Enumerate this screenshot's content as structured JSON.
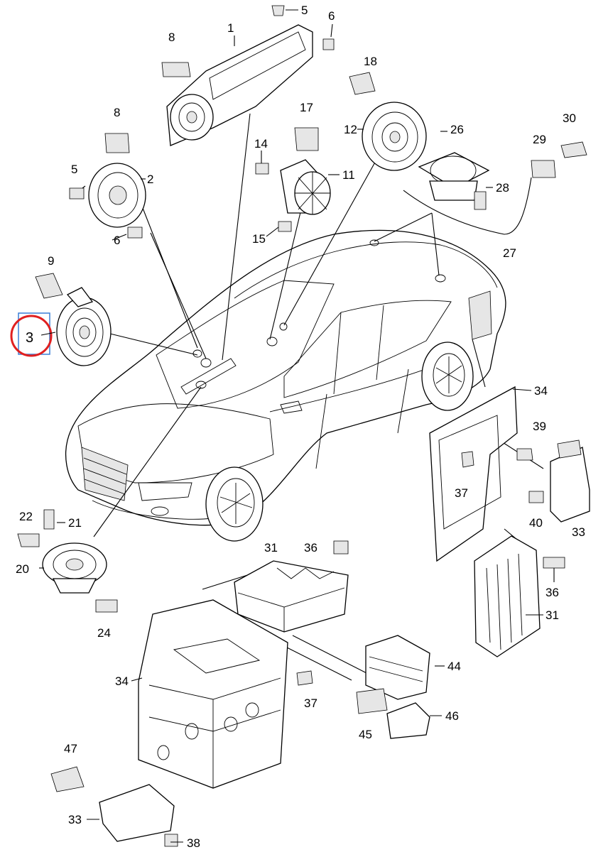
{
  "highlight": {
    "label": "3",
    "circle_color": "#e02020",
    "box_color": "#3a7fd5"
  },
  "parts": [
    {
      "id": "p1",
      "label": "1"
    },
    {
      "id": "p2",
      "label": "2"
    },
    {
      "id": "p5a",
      "label": "5"
    },
    {
      "id": "p5b",
      "label": "5"
    },
    {
      "id": "p6a",
      "label": "6"
    },
    {
      "id": "p6b",
      "label": "6"
    },
    {
      "id": "p8a",
      "label": "8"
    },
    {
      "id": "p8b",
      "label": "8"
    },
    {
      "id": "p9",
      "label": "9"
    },
    {
      "id": "p11",
      "label": "11"
    },
    {
      "id": "p12",
      "label": "12"
    },
    {
      "id": "p14",
      "label": "14"
    },
    {
      "id": "p15",
      "label": "15"
    },
    {
      "id": "p17",
      "label": "17"
    },
    {
      "id": "p18",
      "label": "18"
    },
    {
      "id": "p20",
      "label": "20"
    },
    {
      "id": "p21",
      "label": "21"
    },
    {
      "id": "p22",
      "label": "22"
    },
    {
      "id": "p24",
      "label": "24"
    },
    {
      "id": "p26",
      "label": "26"
    },
    {
      "id": "p27",
      "label": "27"
    },
    {
      "id": "p28",
      "label": "28"
    },
    {
      "id": "p29",
      "label": "29"
    },
    {
      "id": "p30",
      "label": "30"
    },
    {
      "id": "p31a",
      "label": "31"
    },
    {
      "id": "p31b",
      "label": "31"
    },
    {
      "id": "p33a",
      "label": "33"
    },
    {
      "id": "p33b",
      "label": "33"
    },
    {
      "id": "p34a",
      "label": "34"
    },
    {
      "id": "p34b",
      "label": "34"
    },
    {
      "id": "p36a",
      "label": "36"
    },
    {
      "id": "p36b",
      "label": "36"
    },
    {
      "id": "p37a",
      "label": "37"
    },
    {
      "id": "p37b",
      "label": "37"
    },
    {
      "id": "p38",
      "label": "38"
    },
    {
      "id": "p39",
      "label": "39"
    },
    {
      "id": "p40",
      "label": "40"
    },
    {
      "id": "p44",
      "label": "44"
    },
    {
      "id": "p45",
      "label": "45"
    },
    {
      "id": "p46",
      "label": "46"
    },
    {
      "id": "p47",
      "label": "47"
    }
  ]
}
